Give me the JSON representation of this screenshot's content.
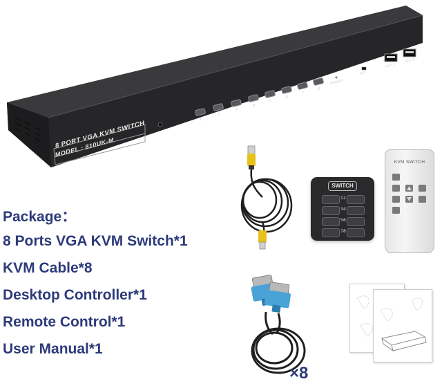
{
  "device": {
    "label_line1": "8 PORT VGA KVM SWITCH",
    "label_line2": "MODEL : 810UK-M",
    "power_label": "POWER",
    "key_label": "KEY",
    "out1_label": "OUT 1",
    "out2_label": "OUT 2",
    "port_numbers": [
      "1",
      "2",
      "3",
      "4",
      "5",
      "6",
      "7",
      "8"
    ]
  },
  "controller": {
    "badge": "SWITCH",
    "numbers": [
      "1",
      "2",
      "3",
      "4",
      "5",
      "6",
      "7",
      "8"
    ]
  },
  "remote": {
    "label": "KVM SWITCH"
  },
  "cable_quantity": "×8",
  "package": {
    "heading": "Package：",
    "items": [
      "8 Ports VGA KVM Switch*1",
      "KVM Cable*8",
      "Desktop Controller*1",
      "Remote Control*1",
      "User Manual*1"
    ]
  },
  "colors": {
    "text": "#2d3a7a",
    "device_body": "#2a2a2c",
    "vga_blue": "#4aa3d6",
    "hdmi_yellow": "#e8c21a"
  }
}
